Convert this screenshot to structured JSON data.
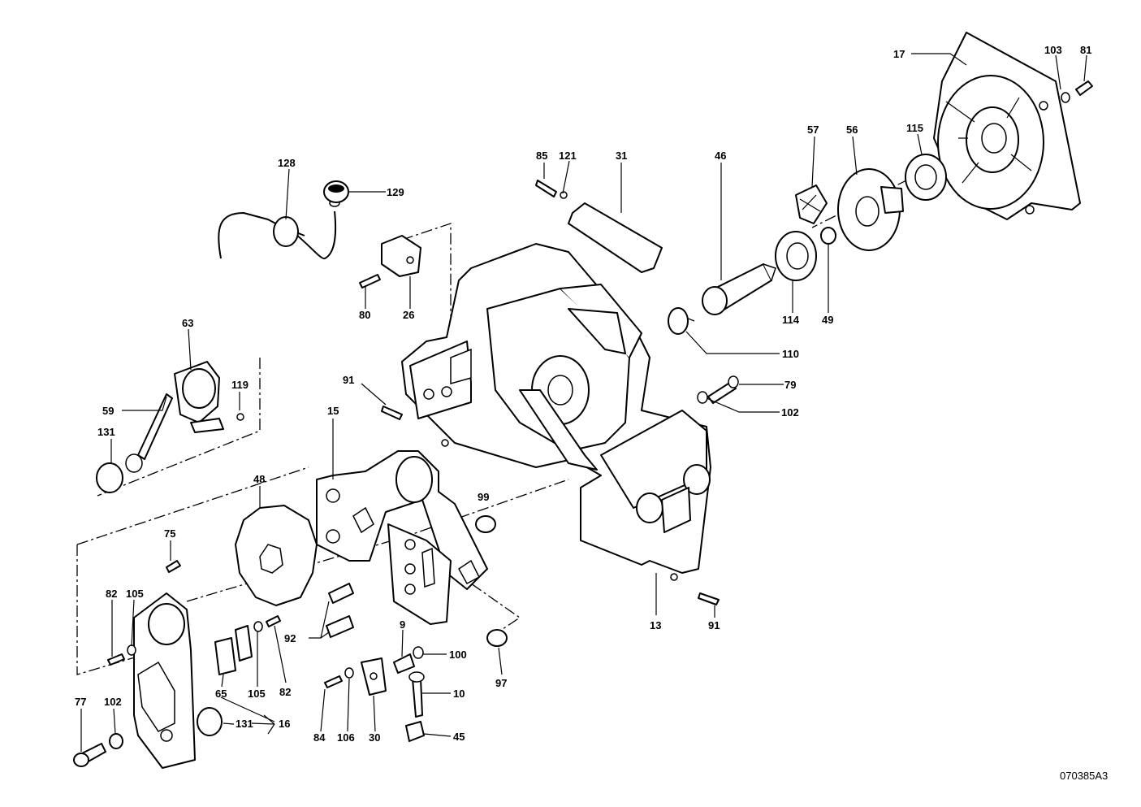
{
  "drawing_code": "070385A3",
  "part_labels": {
    "p17": "17",
    "p103": "103",
    "p81": "81",
    "p57": "57",
    "p56": "56",
    "p115": "115",
    "p128": "128",
    "p129": "129",
    "p85": "85",
    "p121": "121",
    "p31": "31",
    "p46": "46",
    "p80": "80",
    "p26": "26",
    "p114": "114",
    "p49": "49",
    "p110": "110",
    "p63": "63",
    "p119": "119",
    "p91a": "91",
    "p79": "79",
    "p102a": "102",
    "p59": "59",
    "p15": "15",
    "p131a": "131",
    "p48": "48",
    "p99": "99",
    "p75": "75",
    "p82a": "82",
    "p105a": "105",
    "p13": "13",
    "p91b": "91",
    "p92": "92",
    "p9": "9",
    "p100": "100",
    "p65": "65",
    "p105b": "105",
    "p82b": "82",
    "p10": "10",
    "p97": "97",
    "p77": "77",
    "p102b": "102",
    "p131b": "131",
    "p16": "16",
    "p84": "84",
    "p106": "106",
    "p30": "30",
    "p45": "45"
  }
}
